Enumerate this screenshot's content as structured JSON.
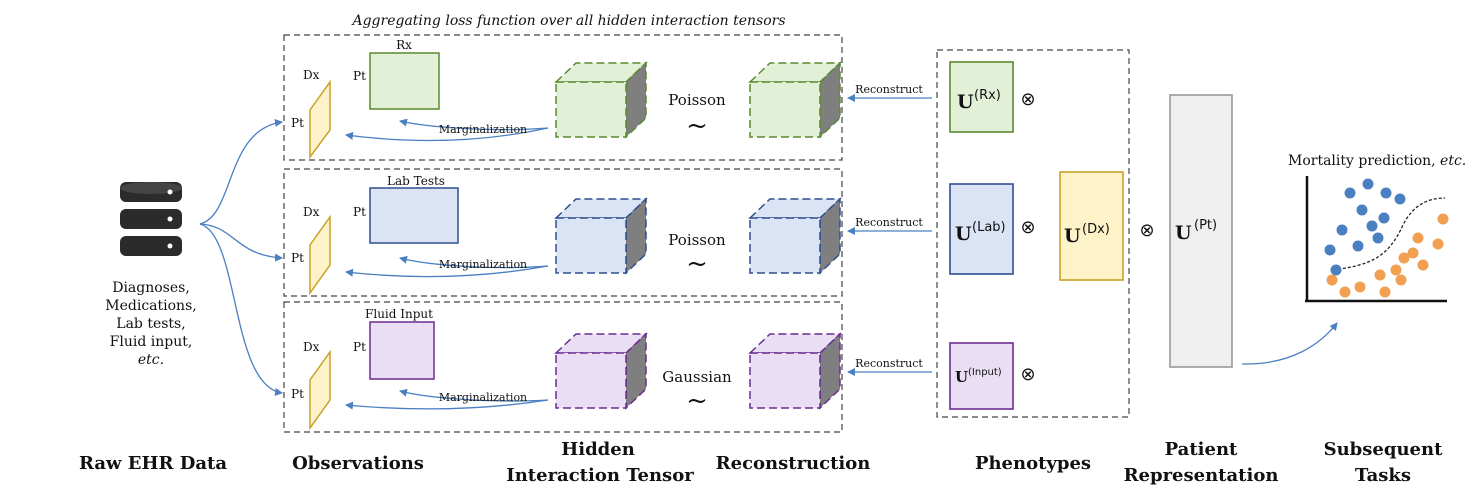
{
  "caption": "Aggregating loss function over all hidden interaction tensors",
  "raw_data": {
    "lines": [
      "Diagnoses,",
      "Medications,",
      "Lab tests,",
      "Fluid input,",
      "etc."
    ]
  },
  "panels": [
    {
      "obs_label": "Rx",
      "slab_top_label": "Dx",
      "slab_bottom_label": "Pt",
      "matrix_row_label": "Pt",
      "marginalization": "Marginalization",
      "distribution": "Poisson",
      "tilde": "~",
      "reconstruct": "Reconstruct",
      "phenotype_sup": "(Rx)",
      "colors": {
        "stroke": "#5a8a2e",
        "fill": "#e3f0d8",
        "cube_dark": "#7f7f7f"
      }
    },
    {
      "obs_label": "Lab Tests",
      "slab_top_label": "Dx",
      "slab_bottom_label": "Pt",
      "matrix_row_label": "Pt",
      "marginalization": "Marginalization",
      "distribution": "Poisson",
      "tilde": "~",
      "reconstruct": "Reconstruct",
      "phenotype_sup": "(Lab)",
      "colors": {
        "stroke": "#2f4f8f",
        "fill": "#dae4f4",
        "cube_dark": "#7f7f7f"
      }
    },
    {
      "obs_label": "Fluid Input",
      "slab_top_label": "Dx",
      "slab_bottom_label": "Pt",
      "matrix_row_label": "Pt",
      "marginalization": "Marginalization",
      "distribution": "Gaussian",
      "tilde": "~",
      "reconstruct": "Reconstruct",
      "phenotype_sup": "(Input)",
      "colors": {
        "stroke": "#6a2c8f",
        "fill": "#e9def4",
        "cube_dark": "#7f7f7f"
      }
    }
  ],
  "phenotypes": {
    "u_letter": "U",
    "dx_sup": "(Dx)",
    "otimes": "⊗",
    "dx_colors": {
      "stroke": "#c9a227",
      "fill": "#fdf2c8"
    }
  },
  "patient": {
    "u_letter": "U",
    "sup": "(Pt)",
    "colors": {
      "stroke": "#999999",
      "fill": "#efefef"
    }
  },
  "task": {
    "title_main": "Mortality prediction, ",
    "title_italic": "etc.",
    "blue": "#4a7fc1",
    "orange": "#f0a050"
  },
  "stages": {
    "raw": "Raw EHR Data",
    "observations": "Observations",
    "hidden_1": "Hidden",
    "hidden_2": "Interaction Tensor",
    "reconstruction": "Reconstruction",
    "phenotypes": "Phenotypes",
    "patient_1": "Patient",
    "patient_2": "Representation",
    "subsequent_1": "Subsequent",
    "subsequent_2": "Tasks"
  },
  "arrow_color": "#4a7fc1"
}
